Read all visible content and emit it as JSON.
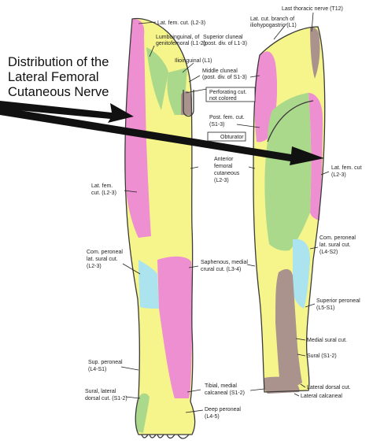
{
  "title_lines": [
    "Distribution of the",
    "Lateral Femoral",
    "Cutaneous Nerve"
  ],
  "labels": {
    "lat_fem_cut_top": [
      "Lat. fem. cut. (L2-3)"
    ],
    "lumboinguinal": [
      "Lumboinguinal, of",
      "genitofemoral (L1-2)"
    ],
    "ilioinguinal": [
      "Ilioinguinal (L1)"
    ],
    "lat_fem_cut_left": [
      "Lat. fem.",
      "cut. (L2-3)"
    ],
    "com_peroneal_left": [
      "Com. peroneal",
      "lat. sural cut.",
      "(L2-3)"
    ],
    "sup_peroneal": [
      "Sup. peroneal",
      "(L4-S1)"
    ],
    "sural_lateral_dorsal": [
      "Sural, lateral",
      "dorsal cut. (S1-2)"
    ],
    "last_thoracic": [
      "Last thoracic nerve (T12)"
    ],
    "lat_cut_iliohypogastric": [
      "Lat. cut. branch of",
      "iliohypogastric (L1)"
    ],
    "superior_cluneal": [
      "Superior cluneal",
      "(post. div. of L1-3)"
    ],
    "middle_cluneal": [
      "Middle cluneal",
      "(post. div. of S1-3)"
    ],
    "perforating": [
      "Perforating cut.",
      "not colored"
    ],
    "post_fem_cut": [
      "Post. fem. cut.",
      "(S1-3)"
    ],
    "obturator": [
      "Obturator"
    ],
    "anterior_femoral": [
      "Anterior",
      "femoral",
      "cutaneous",
      "(L2-3)"
    ],
    "lat_fem_cut_right": [
      "Lat. fem. cut",
      "(L2-3)"
    ],
    "saphenous": [
      "Saphenous, medial",
      "crural cut. (L3-4)"
    ],
    "com_peroneal_right": [
      "Com. peroneal",
      "lat. sural cut.",
      "(L4-S2)"
    ],
    "superior_peroneal": [
      "Superior peroneal",
      "(L5-S1)"
    ],
    "medial_sural": [
      "Medial sural cut."
    ],
    "sural": [
      "Sural (S1-2)"
    ],
    "tibial_medial_calcaneal": [
      "Tibial, medial",
      "calcaneal (S1-2)"
    ],
    "lateral_dorsal_cut": [
      "Lateral dorsal cut."
    ],
    "lateral_calcaneal": [
      "Lateral calcaneal"
    ],
    "deep_peroneal": [
      "Deep peroneal",
      "(L4-5)"
    ]
  },
  "colors": {
    "pink": "#ee8fd1",
    "yellow": "#f6f58c",
    "green": "#abd98b",
    "blue": "#abe3ef",
    "taupe": "#aa938d",
    "outline": "#3a3a3a",
    "arrow": "#111111"
  }
}
